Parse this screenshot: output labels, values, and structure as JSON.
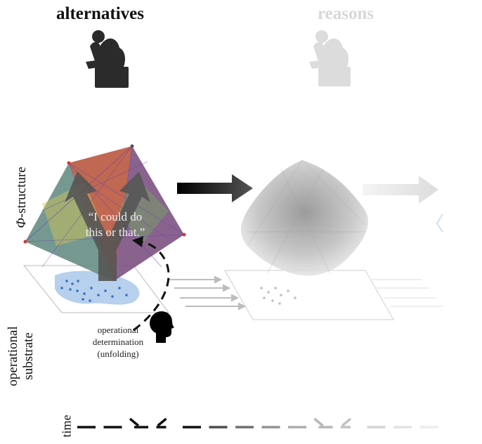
{
  "headers": {
    "alternatives": "alternatives",
    "reasons": "reasons"
  },
  "axis_labels": {
    "phi_symbol": "Φ",
    "phi_rest": "-structure",
    "operational_line1": "operational",
    "operational_line2": "substrate",
    "time": "time"
  },
  "quote": {
    "line1": "“I could do",
    "line2": "this or that.”"
  },
  "determination": {
    "line1": "operational",
    "line2": "determination",
    "line3": "(unfolding)"
  },
  "timeline": {
    "segments": [
      "dash",
      "dash",
      "fork",
      "fork",
      "dash",
      "dash",
      "dash",
      "dash",
      "dash",
      "fork",
      "fork",
      "dash",
      "dash",
      "dash"
    ],
    "opacities": [
      1,
      1,
      1,
      1,
      1,
      0.75,
      0.6,
      0.45,
      0.35,
      0.3,
      0.25,
      0.18,
      0.12,
      0.08
    ]
  },
  "colors": {
    "dark": "#111111",
    "faded_text": "#d8d8d8",
    "substrate_blue": "#9fc3e8",
    "dot_blue": "#3a6fc4"
  }
}
